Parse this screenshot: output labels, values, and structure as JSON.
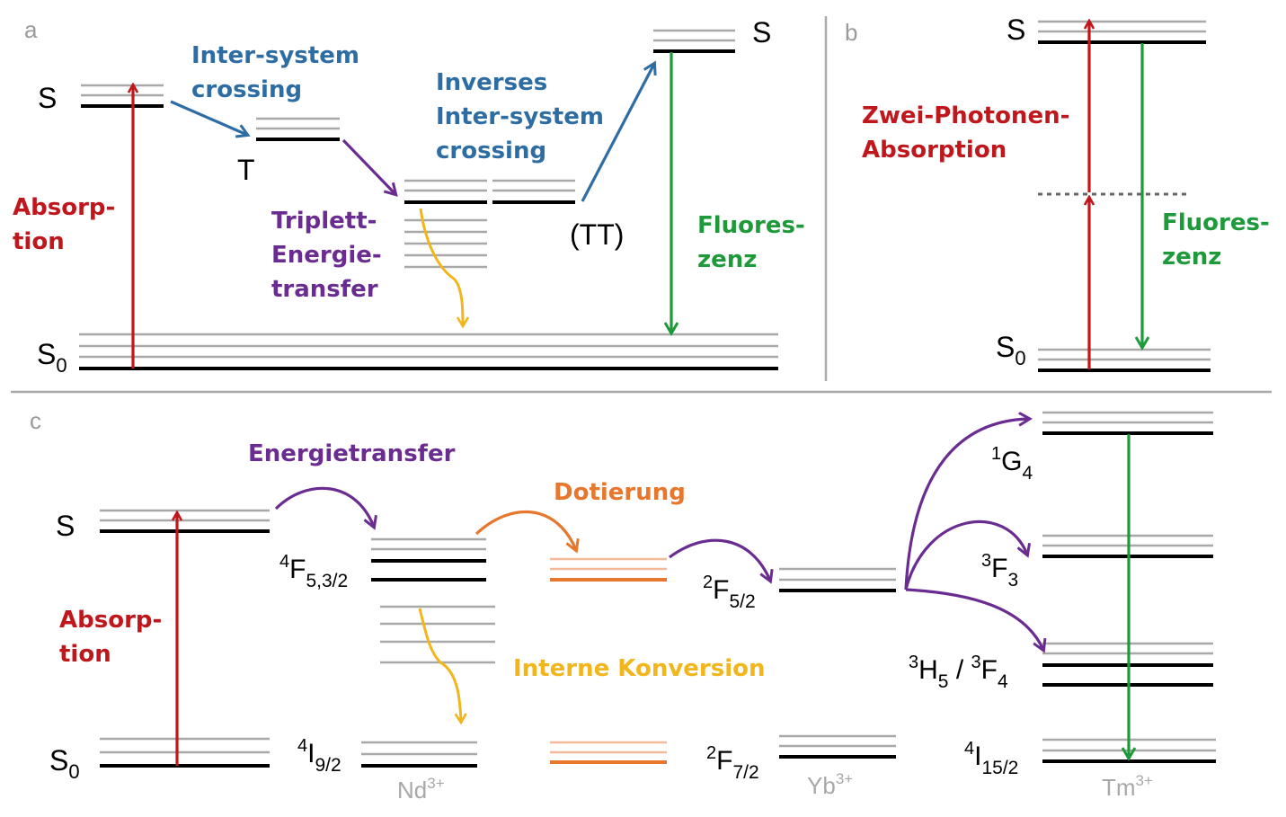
{
  "panels": {
    "a": "a",
    "b": "b",
    "c": "c"
  },
  "colors": {
    "red": "#c0171c",
    "blue": "#2e6da4",
    "purple": "#6a2c91",
    "green": "#1f9a3a",
    "yellow": "#f2b61d",
    "orange": "#e8772e",
    "gray": "#a8a8a8",
    "black": "#000000"
  },
  "panel_a": {
    "S_left": "S",
    "T": "T",
    "S_right": "S",
    "S0": "S",
    "S0_sub": "0",
    "TT": "(TT)",
    "absorption": [
      "Absorp-",
      "tion"
    ],
    "isc": [
      "Inter-system",
      "crossing"
    ],
    "inverse_isc": [
      "Inverses",
      "Inter-system",
      "crossing"
    ],
    "triplet_transfer": [
      "Triplett-",
      "Energie-",
      "transfer"
    ],
    "fluorescence": [
      "Fluores-",
      "zenz"
    ]
  },
  "panel_b": {
    "S": "S",
    "S0": "S",
    "S0_sub": "0",
    "two_photon": [
      "Zwei-Photonen-",
      "Absorption"
    ],
    "fluorescence": [
      "Fluores-",
      "zenz"
    ]
  },
  "panel_c": {
    "S": "S",
    "S0": "S",
    "S0_sub": "0",
    "absorption": [
      "Absorp-",
      "tion"
    ],
    "energy_transfer": "Energietransfer",
    "doping": "Dotierung",
    "internal_conversion": "Interne Konversion",
    "nd_upper": {
      "sup": "4",
      "base": "F",
      "sub": "5,3/2"
    },
    "nd_lower": {
      "sup": "4",
      "base": "I",
      "sub": "9/2"
    },
    "yb_upper": {
      "sup": "2",
      "base": "F",
      "sub": "5/2"
    },
    "yb_lower": {
      "sup": "2",
      "base": "F",
      "sub": "7/2"
    },
    "tm_g4": {
      "sup": "1",
      "base": "G",
      "sub": "4"
    },
    "tm_f3": {
      "sup": "3",
      "base": "F",
      "sub": "3"
    },
    "tm_h5": {
      "sup": "3",
      "base": "H",
      "sub": "5"
    },
    "tm_sep": " / ",
    "tm_f4": {
      "sup": "3",
      "base": "F",
      "sub": "4"
    },
    "tm_i15": {
      "sup": "4",
      "base": "I",
      "sub": "15/2"
    },
    "nd_ion": {
      "base": "Nd",
      "sup": "3+"
    },
    "yb_ion": {
      "base": "Yb",
      "sup": "3+"
    },
    "tm_ion": {
      "base": "Tm",
      "sup": "3+"
    }
  }
}
